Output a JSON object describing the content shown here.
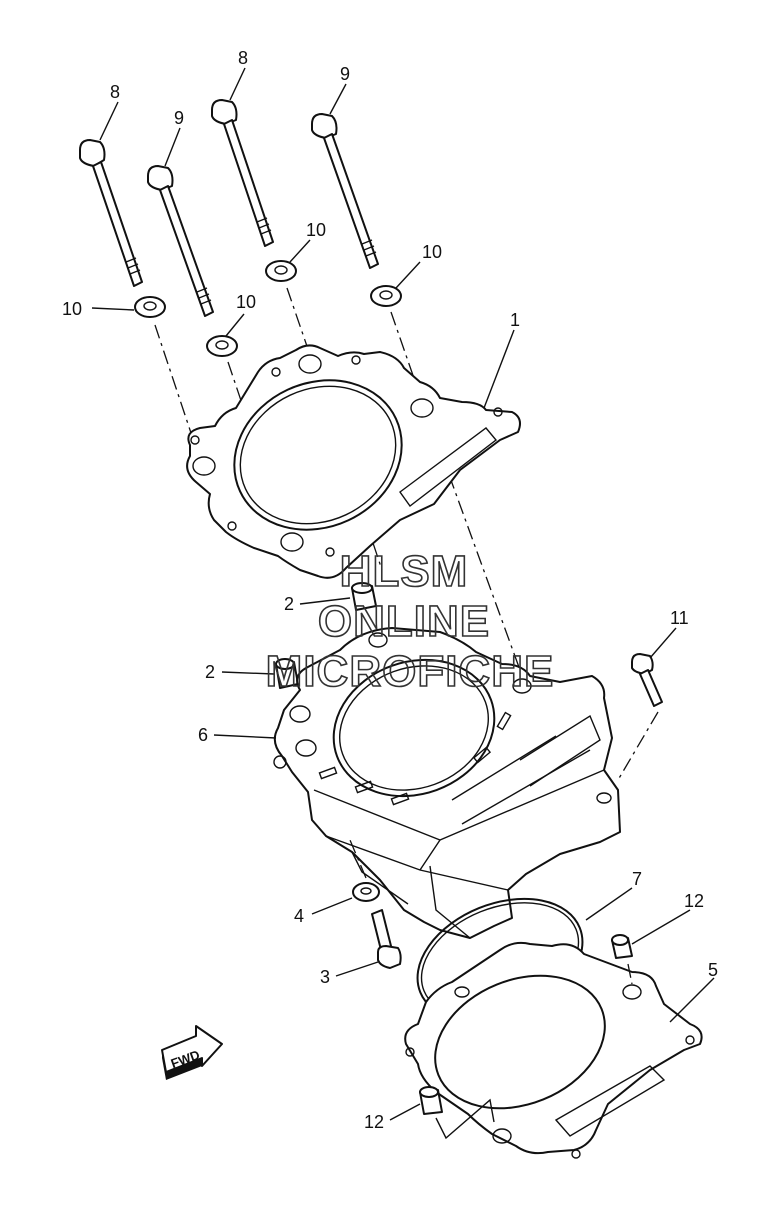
{
  "diagram": {
    "callouts": [
      {
        "id": "c1",
        "text": "1"
      },
      {
        "id": "c2a",
        "text": "2"
      },
      {
        "id": "c2b",
        "text": "2"
      },
      {
        "id": "c3",
        "text": "3"
      },
      {
        "id": "c4",
        "text": "4"
      },
      {
        "id": "c5",
        "text": "5"
      },
      {
        "id": "c6",
        "text": "6"
      },
      {
        "id": "c7",
        "text": "7"
      },
      {
        "id": "c8a",
        "text": "8"
      },
      {
        "id": "c8b",
        "text": "8"
      },
      {
        "id": "c9a",
        "text": "9"
      },
      {
        "id": "c9b",
        "text": "9"
      },
      {
        "id": "c10a",
        "text": "10"
      },
      {
        "id": "c10b",
        "text": "10"
      },
      {
        "id": "c10c",
        "text": "10"
      },
      {
        "id": "c10d",
        "text": "10"
      },
      {
        "id": "c11",
        "text": "11"
      },
      {
        "id": "c12a",
        "text": "12"
      },
      {
        "id": "c12b",
        "text": "12"
      }
    ],
    "watermark": [
      "HLSM",
      "ONLINE",
      "MICROFICHE"
    ],
    "direction_badge": "FWD"
  }
}
